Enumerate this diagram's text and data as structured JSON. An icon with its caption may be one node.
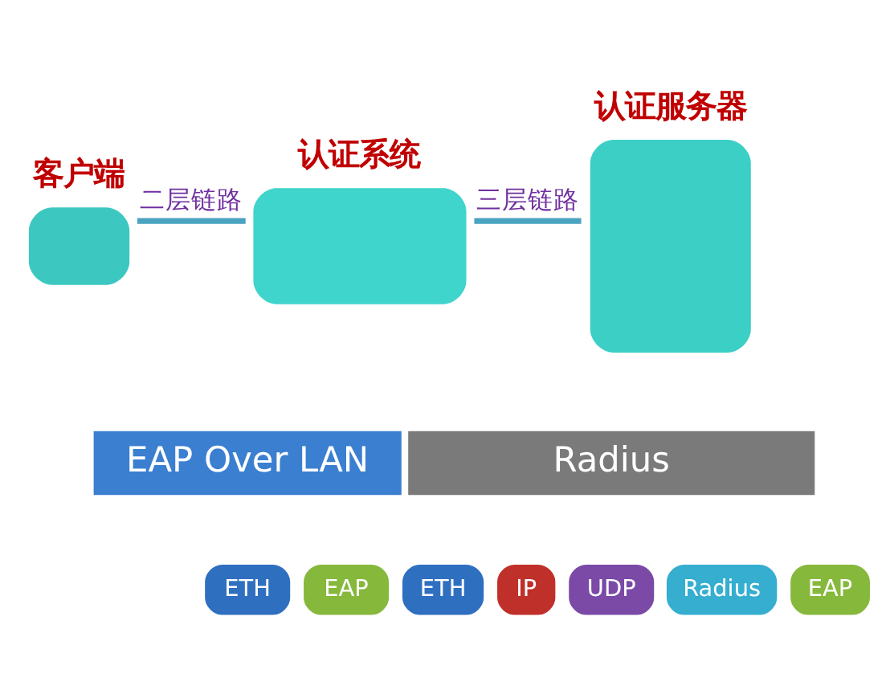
{
  "diagram": {
    "nodes": [
      {
        "text": [
          "客户端"
        ]
      },
      {
        "text": [
          "认证系统"
        ]
      },
      {
        "text": [
          "认证服务器"
        ]
      },
      {
        "text": [
          "EAP Over LAN"
        ]
      },
      {
        "text": [
          "Radius"
        ]
      },
      {
        "text": [
          "ETH"
        ]
      },
      {
        "text": [
          "EAP"
        ]
      },
      {
        "text": [
          "ETH"
        ]
      },
      {
        "text": [
          "IP"
        ]
      },
      {
        "text": [
          "UDP"
        ]
      },
      {
        "text": [
          "Radius"
        ]
      },
      {
        "text": [
          "EAP"
        ]
      }
    ],
    "edges": [
      {
        "from": 0,
        "to": 1,
        "arrow": "none",
        "label": "二层链路"
      },
      {
        "from": 1,
        "to": 2,
        "arrow": "none",
        "label": "三层链路"
      }
    ]
  }
}
